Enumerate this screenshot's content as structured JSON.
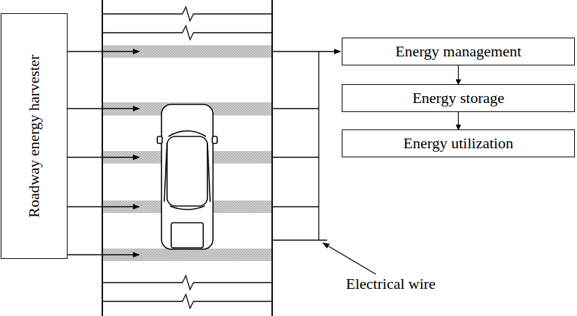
{
  "diagram": {
    "nodes": [
      {
        "text": [
          "Roadway energy harvester"
        ]
      },
      {
        "text": [
          "Energy management"
        ]
      },
      {
        "text": [
          "Energy storage"
        ]
      },
      {
        "text": [
          "Energy utilization"
        ]
      }
    ],
    "edges": [
      {
        "from": 1,
        "to": 2,
        "arrow": "to"
      },
      {
        "from": 2,
        "to": 3,
        "arrow": "to"
      }
    ],
    "labels": [
      "Electrical wire"
    ]
  }
}
